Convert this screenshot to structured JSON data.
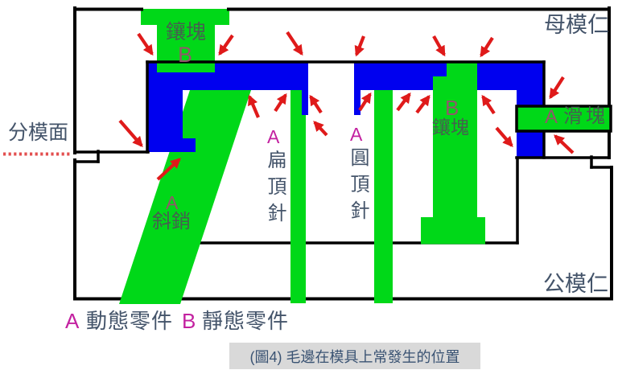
{
  "colors": {
    "mold-green": "#00D818",
    "part-blue": "#0000EF",
    "outline-black": "#000000",
    "arrow-red": "#DF1A1A",
    "parting-dot-red": "#E34F4F",
    "label-navy": "#44546A",
    "label-magenta": "#C321A0",
    "on-green-text": "#45604F",
    "on-green-letter": "#92576A",
    "caption-bg": "#D9D9D9",
    "caption-text": "#3A5373"
  },
  "labels": {
    "cavity_plate": "母模仁",
    "core_plate": "公模仁",
    "parting_face": "分模面",
    "top_insert_text": "鑲塊",
    "top_insert_letter": "B",
    "center_insert_letter": "B",
    "center_insert_text": "鑲塊",
    "slider_letter": "A",
    "slider_text": "滑塊",
    "angle_pin_letter": "A",
    "angle_pin_text": "斜銷",
    "flat_ejector_letter": "A",
    "flat_ejector_text": "扁頂針",
    "round_ejector_letter": "A",
    "round_ejector_text": "圓頂針"
  },
  "legend": {
    "dynamic_letter": "A",
    "dynamic_text": "動態零件",
    "static_letter": "B",
    "static_text": "靜態零件"
  },
  "caption": "(圖4) 毛邊在模具上常發生的位置"
}
